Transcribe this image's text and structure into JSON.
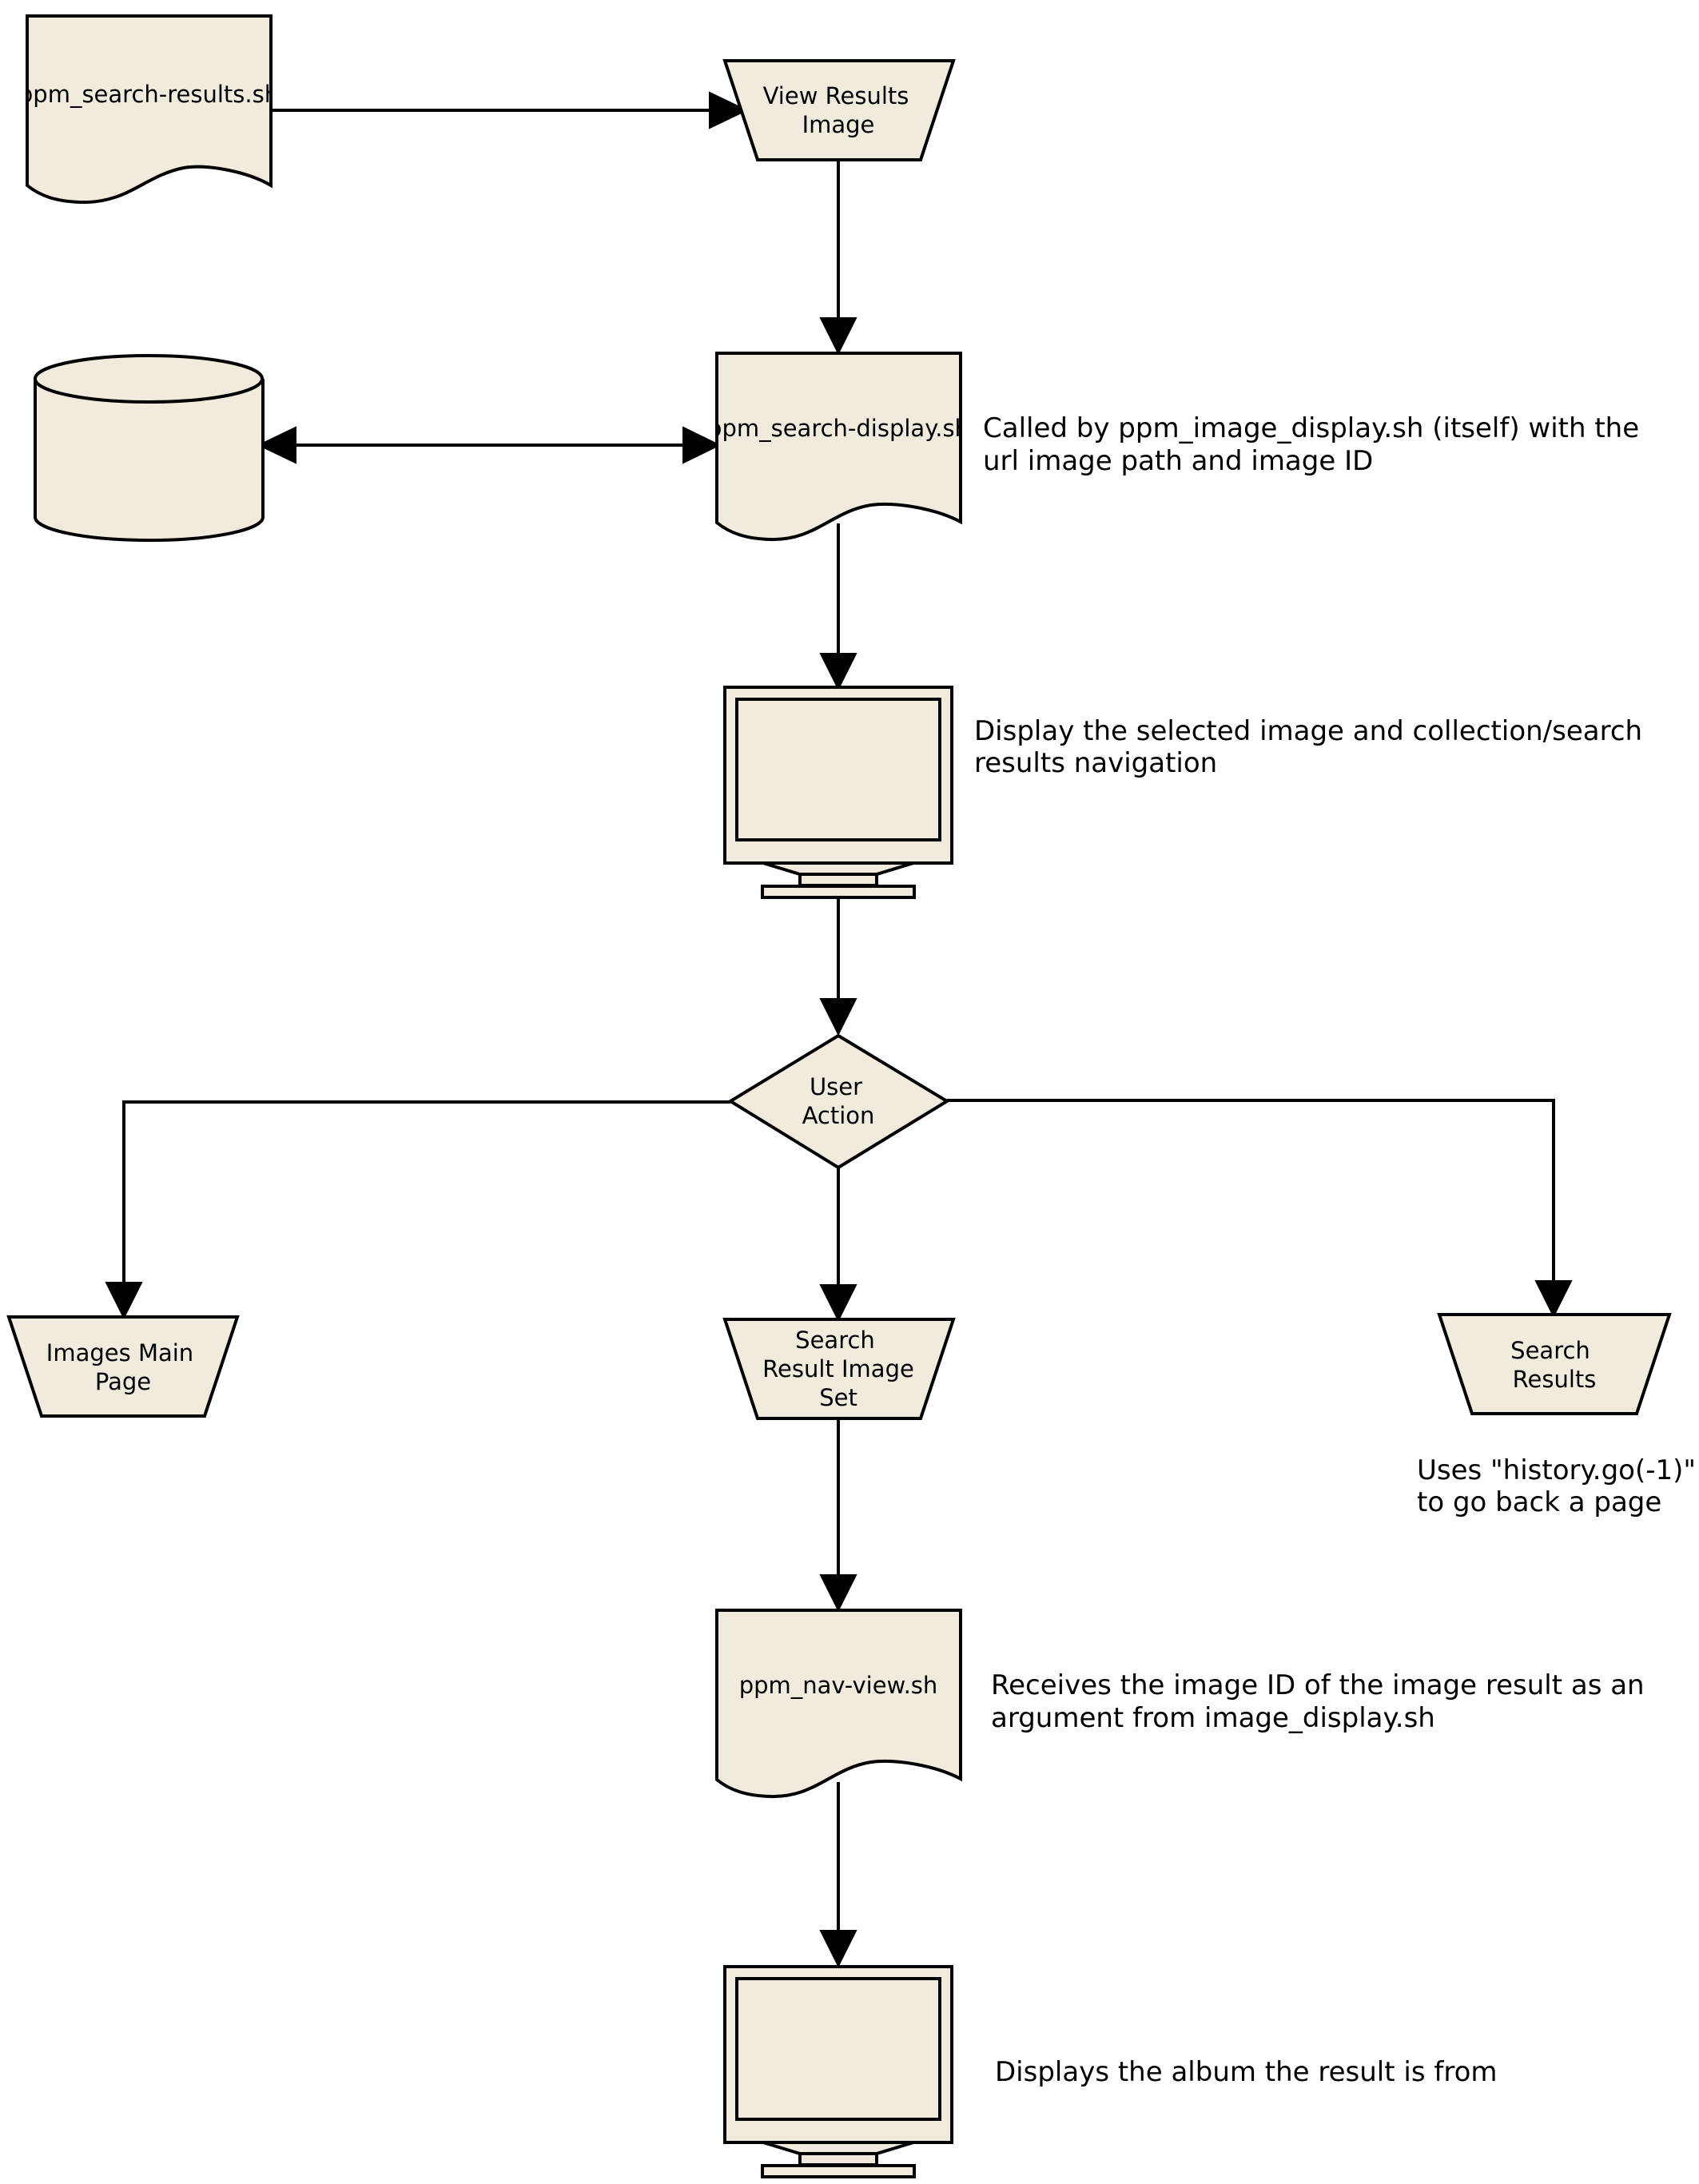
{
  "colors": {
    "shape_fill": "#f0ebdc",
    "stroke": "#000000",
    "background": "#ffffff"
  },
  "nodes": {
    "search_results_script": {
      "label": "ppm_search-results.sh",
      "shape": "document"
    },
    "view_results_image": {
      "lines": [
        "View Results",
        "Image"
      ],
      "shape": "manual-operation"
    },
    "database": {
      "shape": "cylinder"
    },
    "search_display_script": {
      "label": "ppm_search-display.sh",
      "shape": "document"
    },
    "display_monitor": {
      "shape": "monitor"
    },
    "user_action": {
      "lines": [
        "User",
        "Action"
      ],
      "shape": "decision"
    },
    "images_main_page": {
      "lines": [
        "Images Main",
        "Page"
      ],
      "shape": "manual-operation"
    },
    "search_result_image_set": {
      "lines": [
        "Search",
        "Result Image",
        "Set"
      ],
      "shape": "manual-operation"
    },
    "search_results": {
      "lines": [
        "Search",
        "Results"
      ],
      "shape": "manual-operation"
    },
    "nav_view_script": {
      "label": "ppm_nav-view.sh",
      "shape": "document"
    },
    "album_monitor": {
      "shape": "monitor"
    }
  },
  "notes": {
    "search_display": [
      "Called by ppm_image_display.sh (itself) with the",
      "url image path and image ID"
    ],
    "display_monitor": [
      "Display the selected image and collection/search",
      "results navigation"
    ],
    "search_results": [
      "Uses \"history.go(-1)\"",
      "to go back a page"
    ],
    "nav_view": [
      "Receives the image ID of the image result as an",
      "argument from image_display.sh"
    ],
    "album_monitor": [
      "Displays the album the result is from"
    ]
  }
}
